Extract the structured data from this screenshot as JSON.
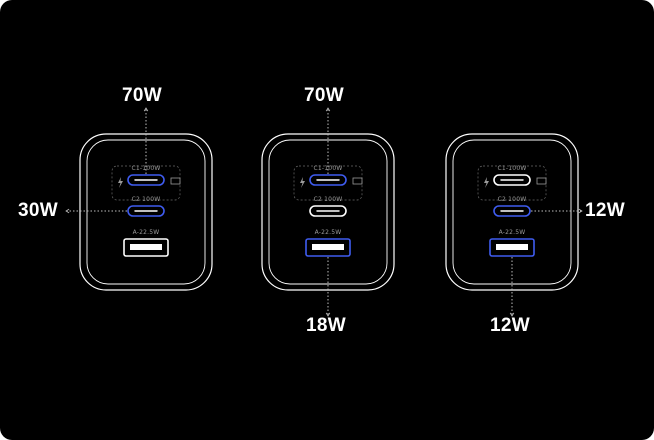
{
  "colors": {
    "background": "#000000",
    "outline": "#ffffff",
    "active_port": "#3f5cf0",
    "inactive_port": "#ffffff",
    "dotted_line": "#bdbdbd",
    "port_label": "#9a9a9a"
  },
  "icons": [
    "lightning-icon",
    "laptop-icon"
  ],
  "port_labels": {
    "c1": "C1-100W",
    "c2": "C2 100W",
    "a": "A-22.5W"
  },
  "chargers": [
    {
      "id": "charger-1",
      "ports": {
        "c1": "active",
        "c2": "active",
        "a": "inactive"
      },
      "outputs": [
        {
          "port": "c1",
          "direction": "up",
          "label": "70W"
        },
        {
          "port": "c2",
          "direction": "left",
          "label": "30W"
        }
      ]
    },
    {
      "id": "charger-2",
      "ports": {
        "c1": "active",
        "c2": "inactive",
        "a": "active"
      },
      "outputs": [
        {
          "port": "c1",
          "direction": "up",
          "label": "70W"
        },
        {
          "port": "a",
          "direction": "down",
          "label": "18W"
        }
      ]
    },
    {
      "id": "charger-3",
      "ports": {
        "c1": "inactive",
        "c2": "active",
        "a": "active"
      },
      "outputs": [
        {
          "port": "c2",
          "direction": "right",
          "label": "12W"
        },
        {
          "port": "a",
          "direction": "down",
          "label": "12W"
        }
      ]
    }
  ]
}
